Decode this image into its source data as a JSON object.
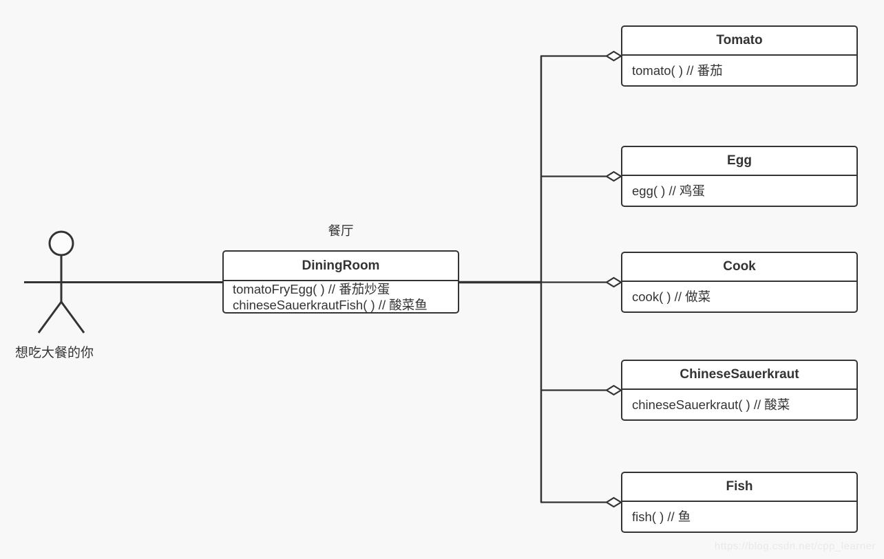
{
  "palette": {
    "background": "#f8f8f8",
    "line_color": "#333333",
    "box_fill": "#ffffff",
    "text_color": "#333333",
    "watermark_color": "#e9e9e9"
  },
  "actor": {
    "label": "想吃大餐的你"
  },
  "dining_room": {
    "annotation": "餐厅",
    "title": "DiningRoom",
    "methods": [
      "tomatoFryEgg( ) // 番茄炒蛋",
      "chineseSauerkrautFish( ) // 酸菜鱼"
    ]
  },
  "classes": [
    {
      "title": "Tomato",
      "method": "tomato( ) // 番茄"
    },
    {
      "title": "Egg",
      "method": "egg( ) // 鸡蛋"
    },
    {
      "title": "Cook",
      "method": "cook( ) // 做菜"
    },
    {
      "title": "ChineseSauerkraut",
      "method": "chineseSauerkraut( ) // 酸菜"
    },
    {
      "title": "Fish",
      "method": "fish( ) // 鱼"
    }
  ],
  "watermark": "https://blog.csdn.net/cpp_learner"
}
